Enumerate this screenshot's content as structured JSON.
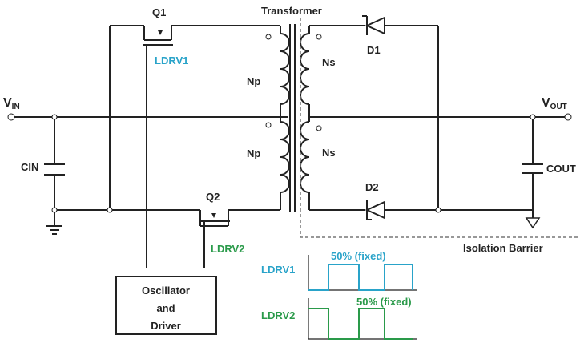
{
  "labels": {
    "q1": "Q1",
    "q2": "Q2",
    "transformer": "Transformer",
    "ldrv1": "LDRV1",
    "ldrv2": "LDRV2",
    "np": "Np",
    "ns": "Ns",
    "d1": "D1",
    "d2": "D2",
    "vin_main": "V",
    "vin_sub": "IN",
    "vout_main": "V",
    "vout_sub": "OUT",
    "cin": "CIN",
    "cout": "COUT",
    "isolation": "Isolation Barrier",
    "osc_line1": "Oscillator",
    "osc_line2": "and",
    "osc_line3": "Driver",
    "wave_ldrv1": "LDRV1",
    "wave_ldrv2": "LDRV2",
    "duty1": "50% (fixed)",
    "duty2": "50% (fixed)"
  },
  "colors": {
    "ldrv1": "#29a3c9",
    "ldrv2": "#2a9a4a",
    "wire": "#222222"
  }
}
